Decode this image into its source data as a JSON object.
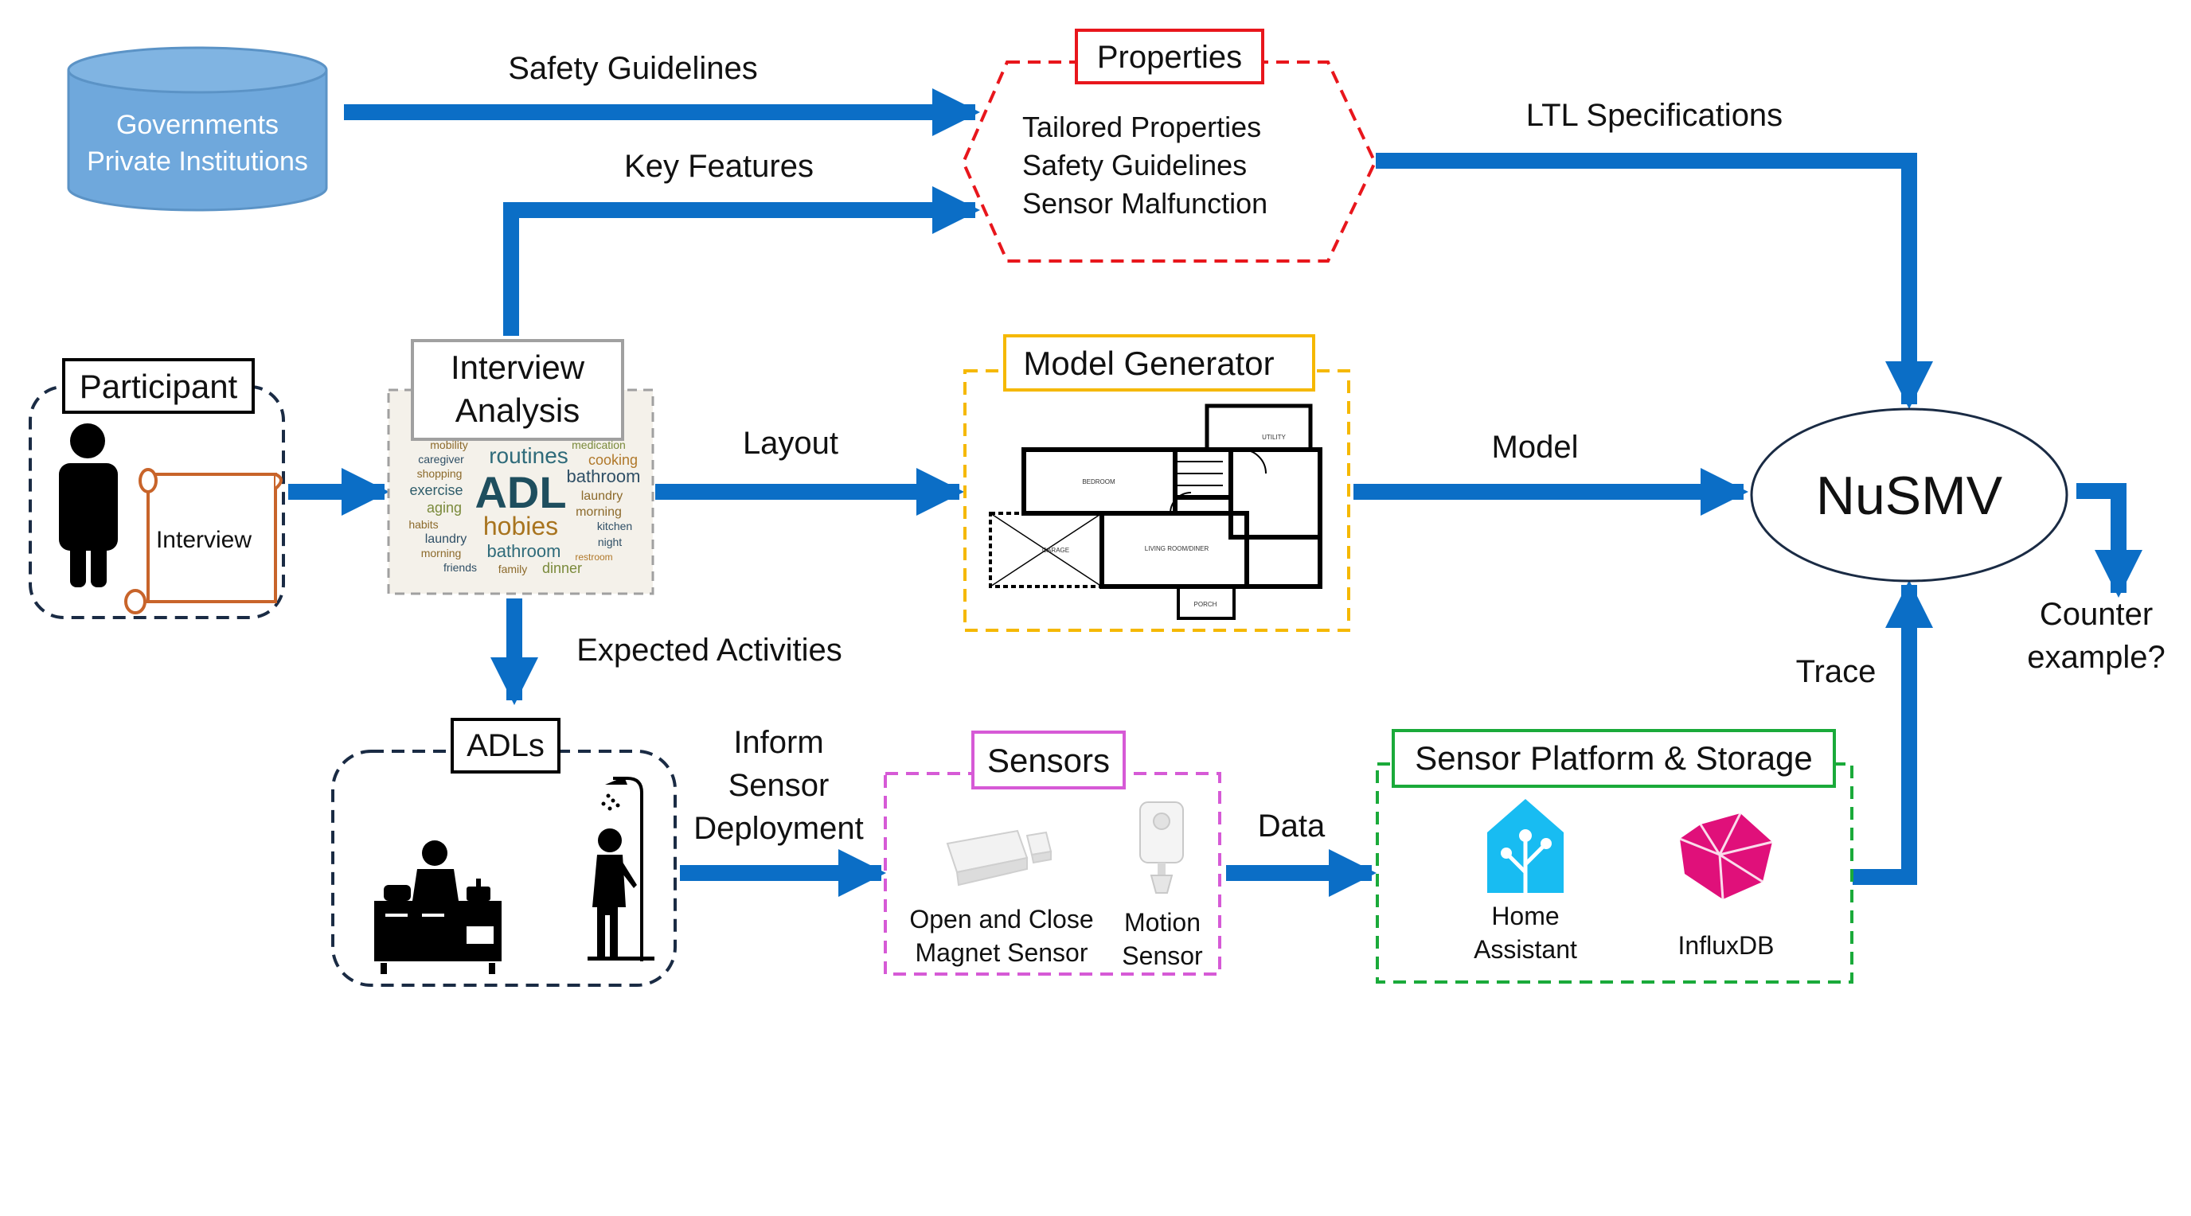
{
  "colors": {
    "arrow": "#0B6EC6",
    "database_fill": "#6FA8DC",
    "properties_border": "#E8161C",
    "model_generator_border": "#F5B800",
    "sensors_border": "#D65AD6",
    "platform_border": "#1AAA3A",
    "interview_border": "#A0A0A0",
    "scroll": "#C8642A",
    "home_assistant": "#18BCF2",
    "influxdb": "#E0107A",
    "wordcloud_bg": "#F4F1EA"
  },
  "source": {
    "line1": "Governments",
    "line2": "Private Institutions"
  },
  "participant": {
    "title": "Participant",
    "document": "Interview"
  },
  "interview_analysis": {
    "title_line1": "Interview",
    "title_line2": "Analysis"
  },
  "wordcloud": {
    "center": "ADL",
    "words": {
      "mobility": "mobility",
      "caregiver": "caregiver",
      "shopping": "shopping",
      "exercise": "exercise",
      "aging": "aging",
      "habits": "habits",
      "laundry": "laundry",
      "morning": "morning",
      "friends": "friends",
      "routines": "routines",
      "medication": "medication",
      "cooking": "cooking",
      "bathroom": "bathroom",
      "laundry2": "laundry",
      "morning2": "morning",
      "kitchen": "kitchen",
      "night": "night",
      "restroom": "restroom",
      "hobies": "hobies",
      "bathroom2": "bathroom",
      "family": "family",
      "dinner": "dinner"
    }
  },
  "properties": {
    "title": "Properties",
    "items": [
      "Tailored Properties",
      "Safety Guidelines",
      "Sensor Malfunction"
    ]
  },
  "model_generator": {
    "title": "Model Generator",
    "floorplan": {
      "bedroom": "BEDROOM",
      "garage": "GARAGE",
      "living": "LIVING ROOM/DINER",
      "porch": "PORCH",
      "utility": "UTILITY"
    }
  },
  "nusmv": {
    "label": "NuSMV"
  },
  "adls": {
    "title": "ADLs"
  },
  "sensors": {
    "title": "Sensors",
    "contact": {
      "line1": "Open and Close",
      "line2": "Magnet Sensor"
    },
    "motion": {
      "line1": "Motion",
      "line2": "Sensor"
    }
  },
  "platform": {
    "title": "Sensor Platform & Storage",
    "home_assistant": {
      "line1": "Home",
      "line2": "Assistant"
    },
    "influxdb": "InfluxDB"
  },
  "edges": {
    "safety_guidelines": "Safety Guidelines",
    "key_features": "Key Features",
    "ltl_specifications": "LTL Specifications",
    "layout": "Layout",
    "model": "Model",
    "expected_activities": "Expected Activities",
    "inform_line1": "Inform",
    "inform_line2": "Sensor",
    "inform_line3": "Deployment",
    "data": "Data",
    "trace": "Trace",
    "counter_line1": "Counter",
    "counter_line2": "example?"
  }
}
